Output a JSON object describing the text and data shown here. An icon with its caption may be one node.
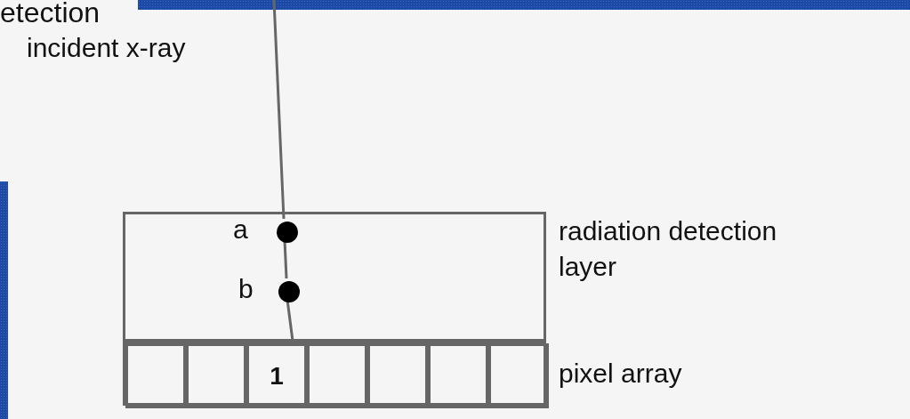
{
  "diagram": {
    "nodes": [
      {
        "text": [],
        "shape": "box",
        "beside": [
          "radiation detection layer"
        ]
      },
      {
        "text": [],
        "shape": "circle",
        "in": 0,
        "beside": [
          "a"
        ]
      },
      {
        "text": [],
        "shape": "circle",
        "in": 0,
        "beside": [
          "b"
        ]
      },
      {
        "text": [],
        "shape": "box",
        "beside": [
          "pixel array"
        ]
      },
      {
        "text": [],
        "shape": "box",
        "in": 3
      },
      {
        "text": [],
        "shape": "box",
        "in": 3
      },
      {
        "text": [
          "1"
        ],
        "in": 3
      },
      {
        "text": [],
        "shape": "box",
        "in": 3
      },
      {
        "text": [],
        "shape": "box",
        "in": 3
      },
      {
        "text": [],
        "shape": "box",
        "in": 3
      },
      {
        "text": [],
        "shape": "box",
        "in": 3
      }
    ],
    "edges": [
      {
        "from": null,
        "to": 1,
        "arrow": "none"
      },
      {
        "from": 1,
        "to": 2,
        "arrow": "none"
      },
      {
        "from": 2,
        "to": 6,
        "arrow": "none"
      }
    ],
    "labels": [
      "etection",
      "incident x-ray"
    ]
  }
}
